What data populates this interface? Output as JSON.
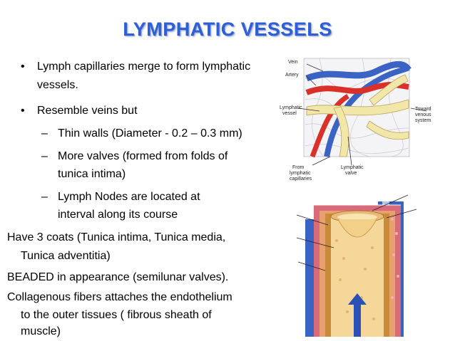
{
  "slide": {
    "title": "LYMPHATIC VESSELS",
    "bullet_char": "•",
    "dash_char": "–",
    "lines": {
      "b1a": "Lymph capillaries merge to form lymphatic",
      "b1b": "vessels.",
      "b2": "Resemble veins  but",
      "d1": "Thin walls (Diameter - 0.2 – 0.3 mm)",
      "d2a": "More valves (formed from  folds of",
      "d2b": "tunica intima)",
      "d3a": "Lymph Nodes are located at",
      "d3b": "interval along its course",
      "p1a": "Have 3 coats (Tunica intima, Tunica media,",
      "p1b": "Tunica adventitia)",
      "p2": "BEADED in appearance (semilunar valves).",
      "p3a": "Collagenous fibers attaches the endothelium",
      "p3b": "to the outer tissues ( fibrous sheath of",
      "p3c": "muscle)"
    }
  },
  "diagram_labels": {
    "vein": "Vein",
    "artery": "Artery",
    "lymphatic_vessel_1": "Lymphatic",
    "lymphatic_vessel_2": "vessel",
    "toward_1": "Toward",
    "toward_2": "venous",
    "toward_3": "system",
    "from_1": "From",
    "from_2": "lymphatic",
    "from_3": "capillaries",
    "valve_1": "Lymphatic",
    "valve_2": "valve"
  },
  "colors": {
    "title": "#2e5fd6",
    "vein": "#3a63c4",
    "artery": "#d9302a",
    "lymph": "#f2e6a8",
    "vessel_wall": "#c98a3a",
    "media": "#e8a070",
    "adventitia": "#d86a7a"
  }
}
